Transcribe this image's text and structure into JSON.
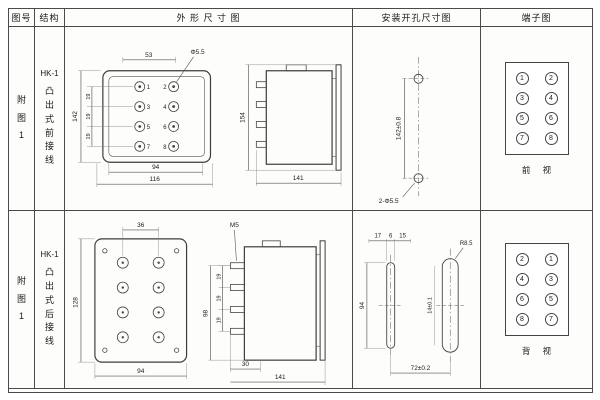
{
  "header": {
    "figure": "图号",
    "structure": "结构",
    "outline": "外 形 尺 寸 图",
    "mounting": "安装开孔尺寸图",
    "terminal": "端子图"
  },
  "rows": [
    {
      "figure": "附图1",
      "model": "HK-1",
      "structure": "凸出式前接线",
      "outline": {
        "dim_top": "53",
        "dim_hole": "Φ5.5",
        "dim_height": "142",
        "dim_pitch1": "19",
        "dim_pitch2": "19",
        "dim_pitch3": "19",
        "dim_w1": "94",
        "dim_w2": "116",
        "side_height": "154",
        "side_width": "141",
        "terminals": [
          "1",
          "2",
          "3",
          "4",
          "5",
          "6",
          "7",
          "8"
        ]
      },
      "mounting": {
        "dim_v": "142±0.8",
        "holes": "2-Φ5.5"
      },
      "terminal": {
        "numbers": [
          "1",
          "2",
          "3",
          "4",
          "5",
          "6",
          "7",
          "8"
        ],
        "view": "前 视"
      }
    },
    {
      "figure": "附图1",
      "model": "HK-1",
      "structure": "凸出式后接线",
      "outline": {
        "dim_top": "36",
        "dim_height": "128",
        "dim_w": "94",
        "screw": "M5",
        "side_h1": "98",
        "dim_pitch1": "19",
        "dim_pitch2": "19",
        "dim_pitch3": "19",
        "side_d": "30",
        "side_width": "141"
      },
      "mounting": {
        "dim_a": "17",
        "dim_b": "6",
        "dim_c": "15",
        "radius": "R8.5",
        "dim_v": "94",
        "slot": "14±0.1",
        "dim_h": "72±0.2"
      },
      "terminal": {
        "numbers": [
          "2",
          "1",
          "4",
          "3",
          "6",
          "5",
          "8",
          "7"
        ],
        "view": "背 视"
      }
    }
  ]
}
